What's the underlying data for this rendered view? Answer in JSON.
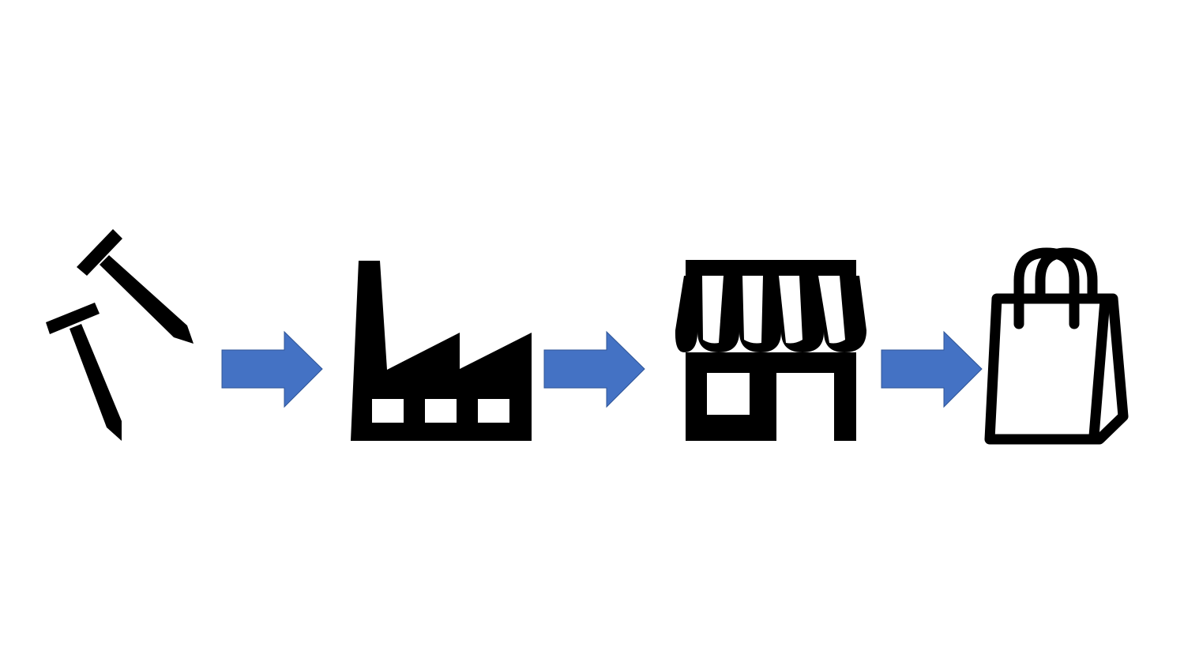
{
  "diagram": {
    "type": "process-flow",
    "colors": {
      "icon": "#000000",
      "arrow_fill": "#4472C4",
      "arrow_stroke": "#2F5597",
      "background": "#FFFFFF"
    },
    "steps": [
      {
        "icon": "nails-icon"
      },
      {
        "icon": "factory-icon"
      },
      {
        "icon": "storefront-icon"
      },
      {
        "icon": "shopping-bag-icon"
      }
    ],
    "connectors": [
      {
        "from": 0,
        "to": 1,
        "icon": "right-arrow"
      },
      {
        "from": 1,
        "to": 2,
        "icon": "right-arrow"
      },
      {
        "from": 2,
        "to": 3,
        "icon": "right-arrow"
      }
    ]
  }
}
